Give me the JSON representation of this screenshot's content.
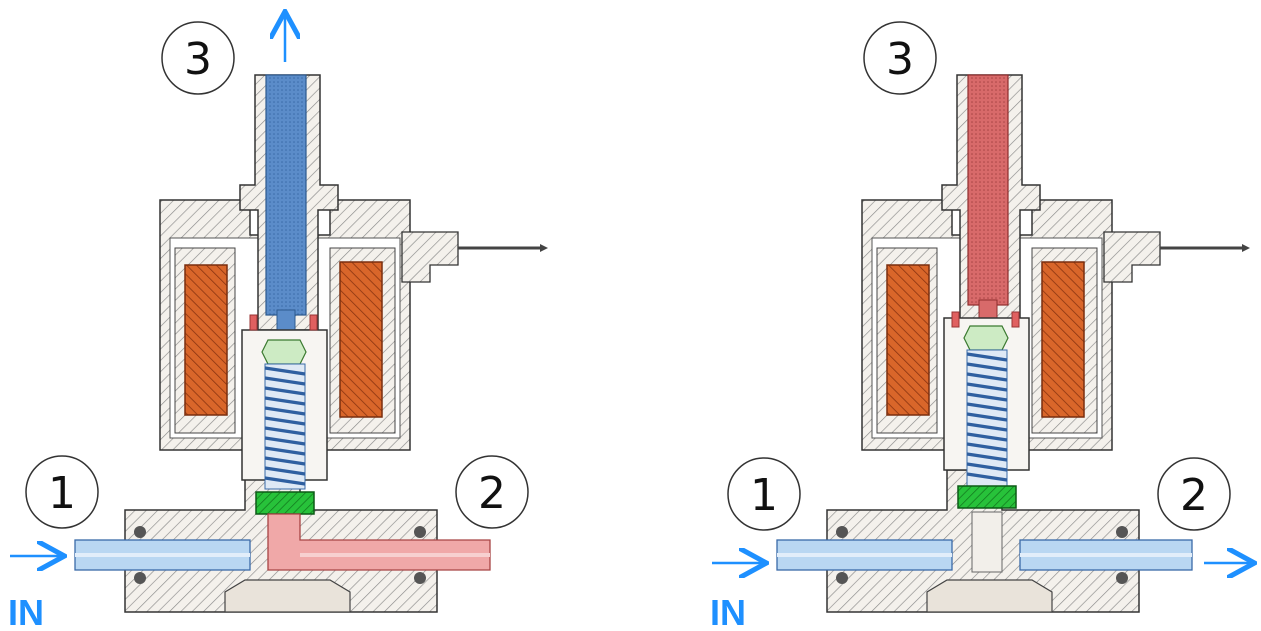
{
  "colors": {
    "flow_in": "#b9d7f2",
    "flow_exhaust": "#e88d8d",
    "coil": "#d9662a",
    "plunger_seal": "#27c23a",
    "body": "#f2efea",
    "hatch": "#8a8a8a",
    "arrow": "#1e90ff"
  },
  "views": [
    {
      "state": "de-energized",
      "ports": {
        "port1": "1",
        "port2": "2",
        "port3": "3"
      },
      "inlet_label": "IN",
      "stem_flow": "blue",
      "outlet_flow": "red",
      "arrows": [
        "in-left",
        "up-top"
      ]
    },
    {
      "state": "energized",
      "ports": {
        "port1": "1",
        "port2": "2",
        "port3": "3"
      },
      "inlet_label": "IN",
      "stem_flow": "red",
      "outlet_flow": "blue",
      "arrows": [
        "in-left",
        "out-right"
      ]
    }
  ]
}
